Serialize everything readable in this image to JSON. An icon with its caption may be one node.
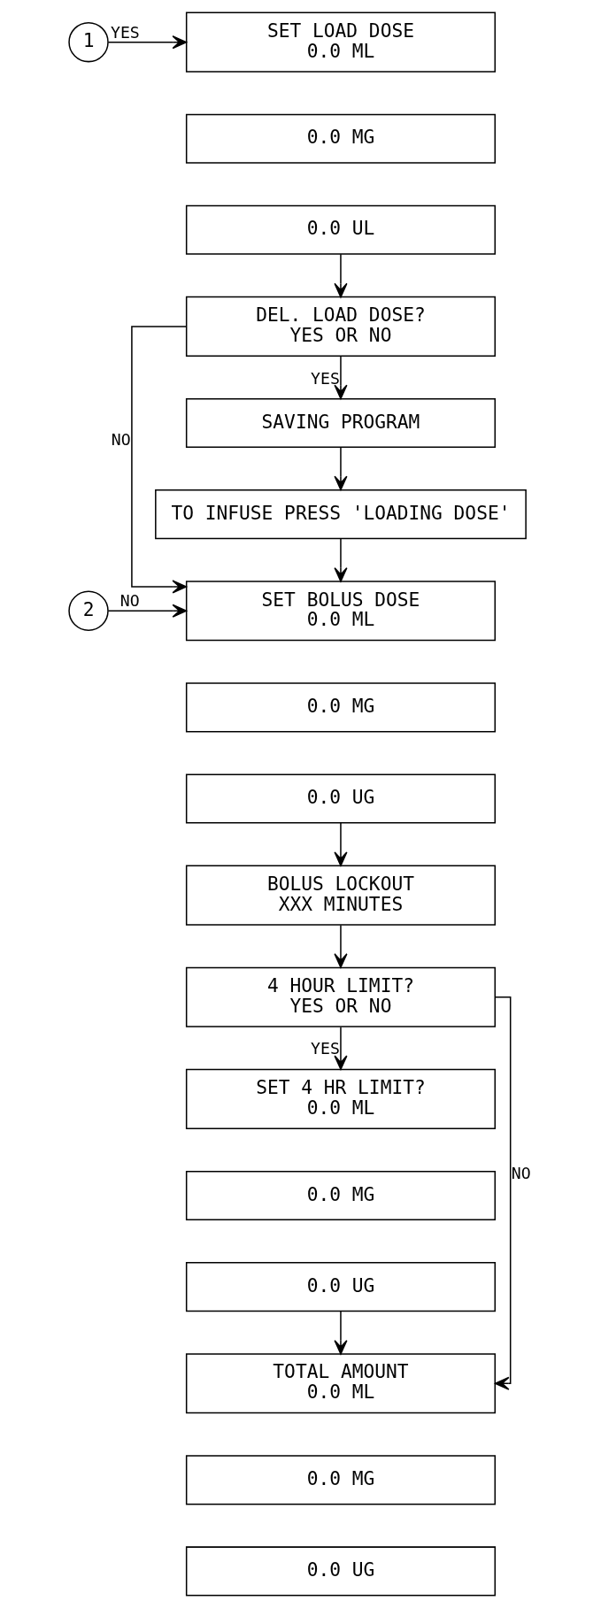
{
  "diagram": {
    "nodes": [
      {
        "text": [
          "1"
        ]
      },
      {
        "text": [
          "SET LOAD DOSE",
          "0.0 ML"
        ]
      },
      {
        "text": [
          "0.0 MG"
        ]
      },
      {
        "text": [
          "0.0 UL"
        ]
      },
      {
        "text": [
          "DEL. LOAD DOSE?",
          "YES OR NO"
        ]
      },
      {
        "text": [
          "SAVING PROGRAM"
        ]
      },
      {
        "text": [
          "TO INFUSE PRESS 'LOADING DOSE'"
        ]
      },
      {
        "text": [
          "2"
        ]
      },
      {
        "text": [
          "SET BOLUS DOSE",
          "0.0 ML"
        ]
      },
      {
        "text": [
          "0.0 MG"
        ]
      },
      {
        "text": [
          "0.0 UG"
        ]
      },
      {
        "text": [
          "BOLUS LOCKOUT",
          "XXX MINUTES"
        ]
      },
      {
        "text": [
          "4 HOUR LIMIT?",
          "YES OR NO"
        ]
      },
      {
        "text": [
          "SET 4 HR LIMIT?",
          "0.0 ML"
        ]
      },
      {
        "text": [
          "0.0 MG"
        ]
      },
      {
        "text": [
          "0.0 UG"
        ]
      },
      {
        "text": [
          "TOTAL AMOUNT",
          "0.0 ML"
        ]
      },
      {
        "text": [
          "0.0 MG"
        ]
      },
      {
        "text": [
          "0.0 UG"
        ]
      }
    ],
    "edges": [
      {
        "from": 0,
        "to": 1,
        "label": "YES",
        "arrow": "to"
      },
      {
        "from": 3,
        "to": 4,
        "arrow": "to"
      },
      {
        "from": 4,
        "to": 5,
        "label": "YES",
        "arrow": "to"
      },
      {
        "from": 5,
        "to": 6,
        "arrow": "to"
      },
      {
        "from": 6,
        "to": 8,
        "arrow": "to"
      },
      {
        "from": 7,
        "to": 8,
        "label": "NO",
        "arrow": "to"
      },
      {
        "from": 4,
        "to": 8,
        "label": "NO",
        "arrow": "to"
      },
      {
        "from": 10,
        "to": 11,
        "arrow": "to"
      },
      {
        "from": 11,
        "to": 12,
        "arrow": "to"
      },
      {
        "from": 12,
        "to": 13,
        "label": "YES",
        "arrow": "to"
      },
      {
        "from": 15,
        "to": 16,
        "arrow": "to"
      },
      {
        "from": 12,
        "to": 16,
        "label": "NO",
        "arrow": "to"
      }
    ]
  }
}
